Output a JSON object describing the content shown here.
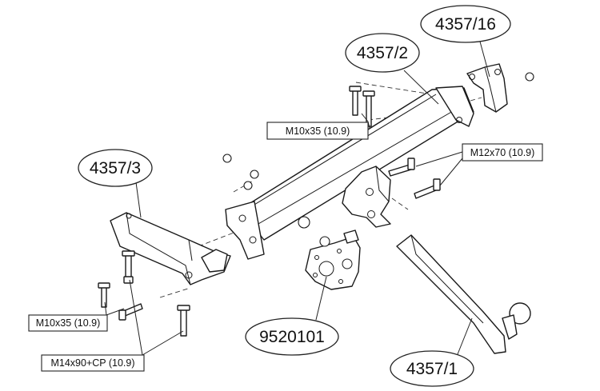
{
  "callouts": {
    "arm_right": "4357/16",
    "crossbar": "4357/2",
    "arm_left": "4357/3",
    "plate": "9520101",
    "towball": "4357/1"
  },
  "fasteners": {
    "bolt_top": "M10x35 (10.9)",
    "bolt_right": "M12x70 (10.9)",
    "bolt_left": "M10x35 (10.9)",
    "bolt_bottom": "M14x90+CP (10.9)"
  }
}
